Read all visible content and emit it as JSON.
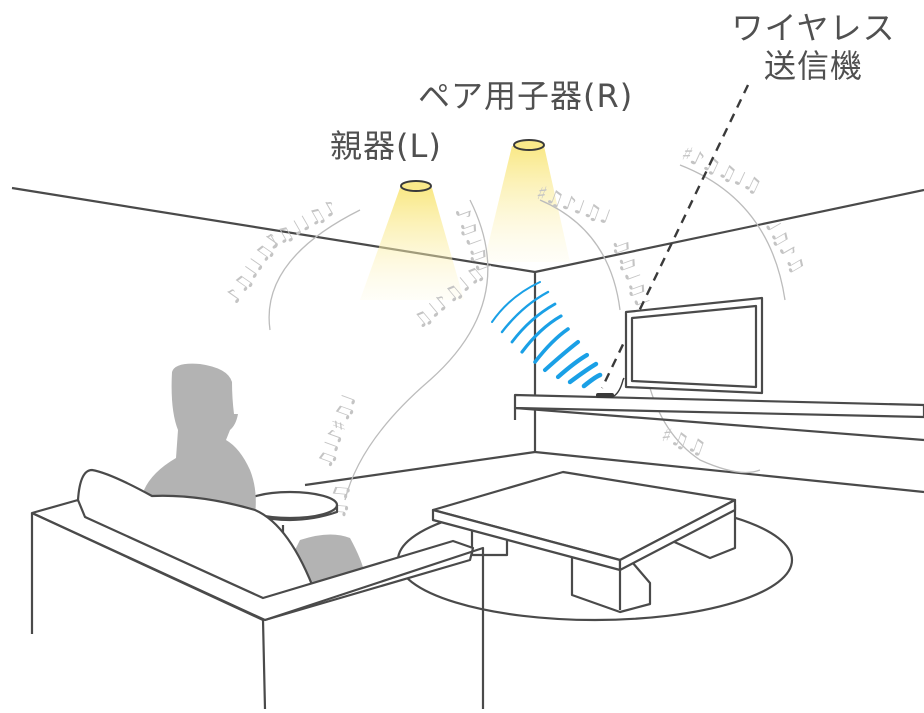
{
  "labels": {
    "parent_speaker": "親器(L)",
    "pair_child_speaker": "ペア用子器(R)",
    "wireless_transmitter_line1": "ワイヤレス",
    "wireless_transmitter_line2": "送信機"
  },
  "colors": {
    "line": "#4a4a4a",
    "person": "#b3b3b3",
    "light_beam": "#fbeea0",
    "signal_wave": "#1aa0e6",
    "music_notes": "#c4c4c4",
    "text": "#505050"
  },
  "music_note_glyphs": "♪♫♩♬",
  "illustration_elements": [
    "ceiling-light-left",
    "ceiling-light-right",
    "music-note-arc-left",
    "music-note-arc-right",
    "music-note-arc-tv",
    "wireless-signal-waves",
    "wireless-transmitter",
    "television",
    "tv-shelf",
    "sofa",
    "seated-person",
    "side-table",
    "coffee-table",
    "round-rug"
  ]
}
